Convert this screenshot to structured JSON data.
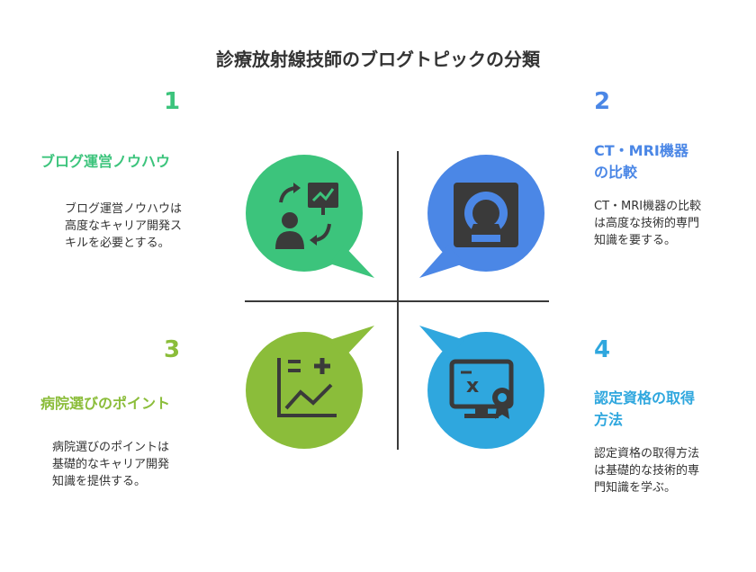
{
  "title": "診療放射線技師のブログトピックの分類",
  "colors": {
    "q1": "#3cc47c",
    "q2": "#4b87e6",
    "q3": "#8bbd3a",
    "q4": "#2fa7de",
    "icon": "#3a3a3a"
  },
  "quadrants": [
    {
      "number": "1",
      "heading_lines": [
        "ブログ運営ノウハウ"
      ],
      "desc_lines": [
        "ブログ運営ノウハウは",
        "高度なキャリア開発ス",
        "キルを必要とする。"
      ],
      "icon": "blog-management-icon"
    },
    {
      "number": "2",
      "heading_lines": [
        "CT・MRI機器",
        "の比較"
      ],
      "desc_lines": [
        "CT・MRI機器の比較",
        "は高度な技術的専門",
        "知識を要する。"
      ],
      "icon": "ct-mri-scanner-icon"
    },
    {
      "number": "3",
      "heading_lines": [
        "病院選びのポイント"
      ],
      "desc_lines": [
        "病院選びのポイントは",
        "基礎的なキャリア開発",
        "知識を提供する。"
      ],
      "icon": "growth-chart-icon"
    },
    {
      "number": "4",
      "heading_lines": [
        "認定資格の取得",
        "方法"
      ],
      "desc_lines": [
        "認定資格の取得方法",
        "は基礎的な技術的専",
        "門知識を学ぶ。"
      ],
      "icon": "certificate-icon"
    }
  ]
}
